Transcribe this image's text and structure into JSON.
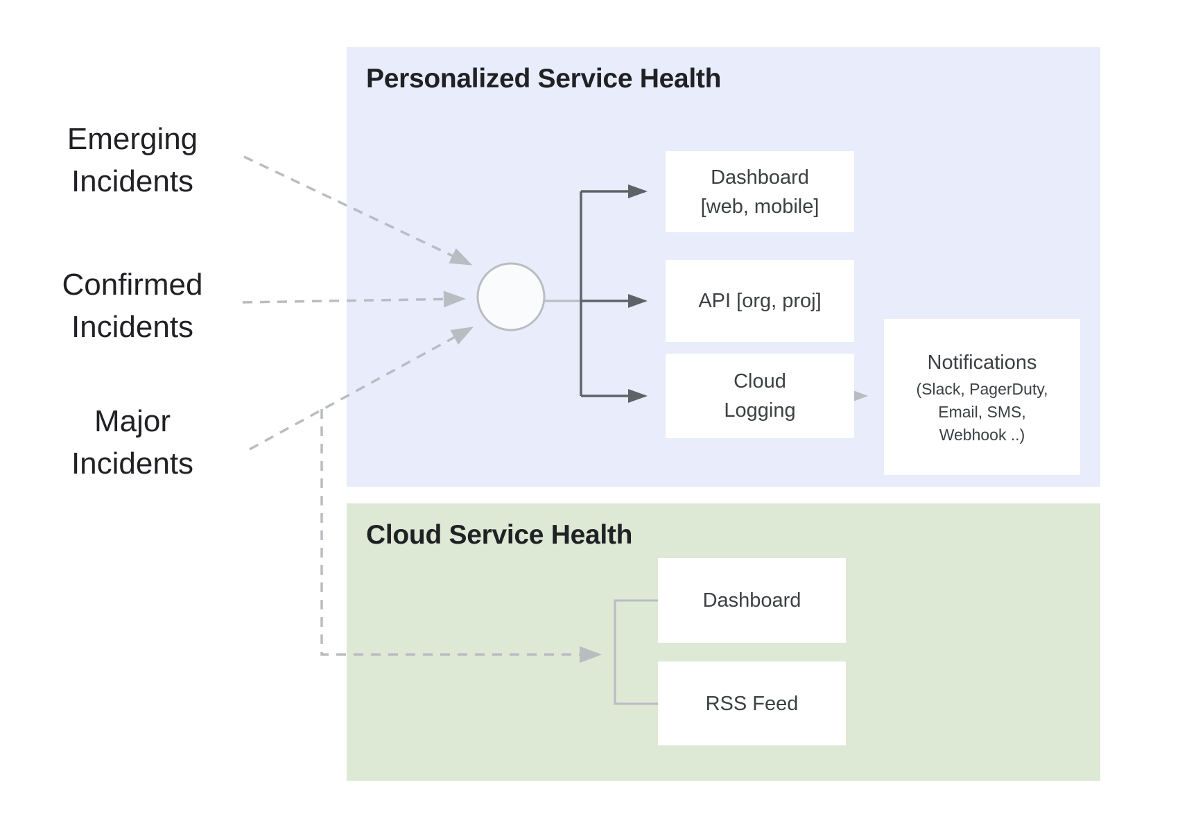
{
  "diagram": {
    "type": "architecture-flow",
    "description": "Incident types feeding Personalized Service Health and Cloud Service Health outputs"
  },
  "incident_sources": {
    "emerging": {
      "line1": "Emerging",
      "line2": "Incidents"
    },
    "confirmed": {
      "line1": "Confirmed",
      "line2": "Incidents"
    },
    "major": {
      "line1": "Major",
      "line2": "Incidents"
    }
  },
  "personalized": {
    "title": "Personalized Service Health",
    "dashboard": {
      "line1": "Dashboard",
      "line2": "[web, mobile]"
    },
    "api": {
      "label": "API [org, proj]"
    },
    "cloud_logging": {
      "line1": "Cloud",
      "line2": "Logging"
    },
    "notifications": {
      "title": "Notifications",
      "sub_line1": "(Slack, PagerDuty,",
      "sub_line2": "Email, SMS,",
      "sub_line3": "Webhook ..)"
    }
  },
  "cloud": {
    "title": "Cloud Service Health",
    "dashboard": {
      "label": "Dashboard"
    },
    "rss": {
      "label": "RSS Feed"
    }
  },
  "colors": {
    "personalized_panel_bg": "#e8ecfb",
    "cloud_panel_bg": "#dde8d5",
    "node_bg": "#ffffff",
    "arrow_dark": "#5f6368",
    "arrow_light": "#b9bdc2",
    "hub_fill": "#fafbfc",
    "hub_border": "#b9bdc2",
    "title_text": "#202124",
    "node_text": "#3c4043"
  }
}
